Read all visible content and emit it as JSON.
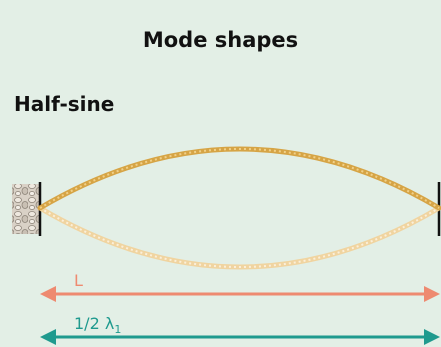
{
  "figure": {
    "title": "Mode shapes",
    "subtitle": "Half-sine",
    "length_label": "L",
    "wavelength_label": "1/2 λ",
    "wavelength_subscript": "1"
  },
  "colors": {
    "background": "#e3efe6",
    "rope": "#d6a445",
    "rope_faded": "#f0d4a0",
    "length_arrow": "#ee8a70",
    "wavelength_arrow": "#1f9a8e",
    "wall": "#cfc7bd"
  }
}
